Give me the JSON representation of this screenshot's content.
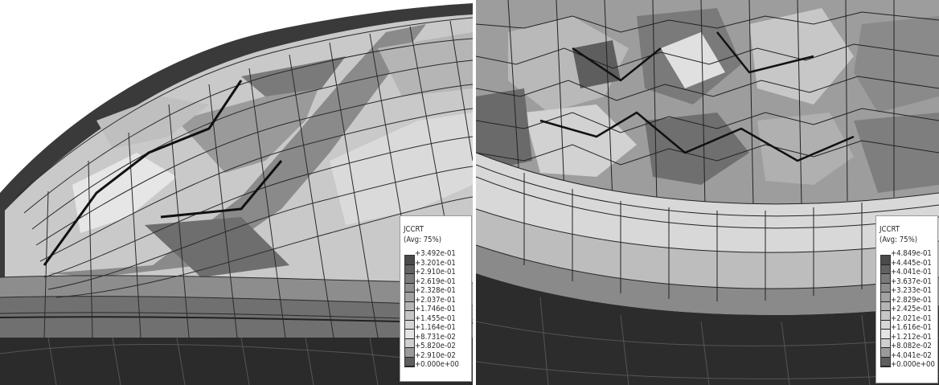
{
  "panels": [
    {
      "id": "left",
      "legend": {
        "variable": "JCCRT",
        "averaging": "(Avg: 75%)",
        "levels": [
          "+3.492e-01",
          "+3.201e-01",
          "+2.910e-01",
          "+2.619e-01",
          "+2.328e-01",
          "+2.037e-01",
          "+1.746e-01",
          "+1.455e-01",
          "+1.164e-01",
          "+8.731e-02",
          "+5.820e-02",
          "+2.910e-02",
          "+0.000e+00"
        ],
        "colors": [
          "#4a4a4a",
          "#626262",
          "#7a7a7a",
          "#8e8e8e",
          "#a2a2a2",
          "#b4b4b4",
          "#c6c6c6",
          "#d6d6d6",
          "#e4e4e4",
          "#cfcfcf",
          "#9a9a9a",
          "#5e5e5e",
          "#2e2e2e"
        ]
      }
    },
    {
      "id": "right",
      "legend": {
        "variable": "JCCRT",
        "averaging": "(Avg: 75%)",
        "levels": [
          "+4.849e-01",
          "+4.445e-01",
          "+4.041e-01",
          "+3.637e-01",
          "+3.233e-01",
          "+2.829e-01",
          "+2.425e-01",
          "+2.021e-01",
          "+1.616e-01",
          "+1.212e-01",
          "+8.082e-02",
          "+4.041e-02",
          "+0.000e+00"
        ],
        "colors": [
          "#4a4a4a",
          "#626262",
          "#7a7a7a",
          "#8e8e8e",
          "#a2a2a2",
          "#b4b4b4",
          "#c6c6c6",
          "#d6d6d6",
          "#e4e4e4",
          "#cfcfcf",
          "#9a9a9a",
          "#5e5e5e",
          "#2e2e2e"
        ]
      }
    }
  ]
}
